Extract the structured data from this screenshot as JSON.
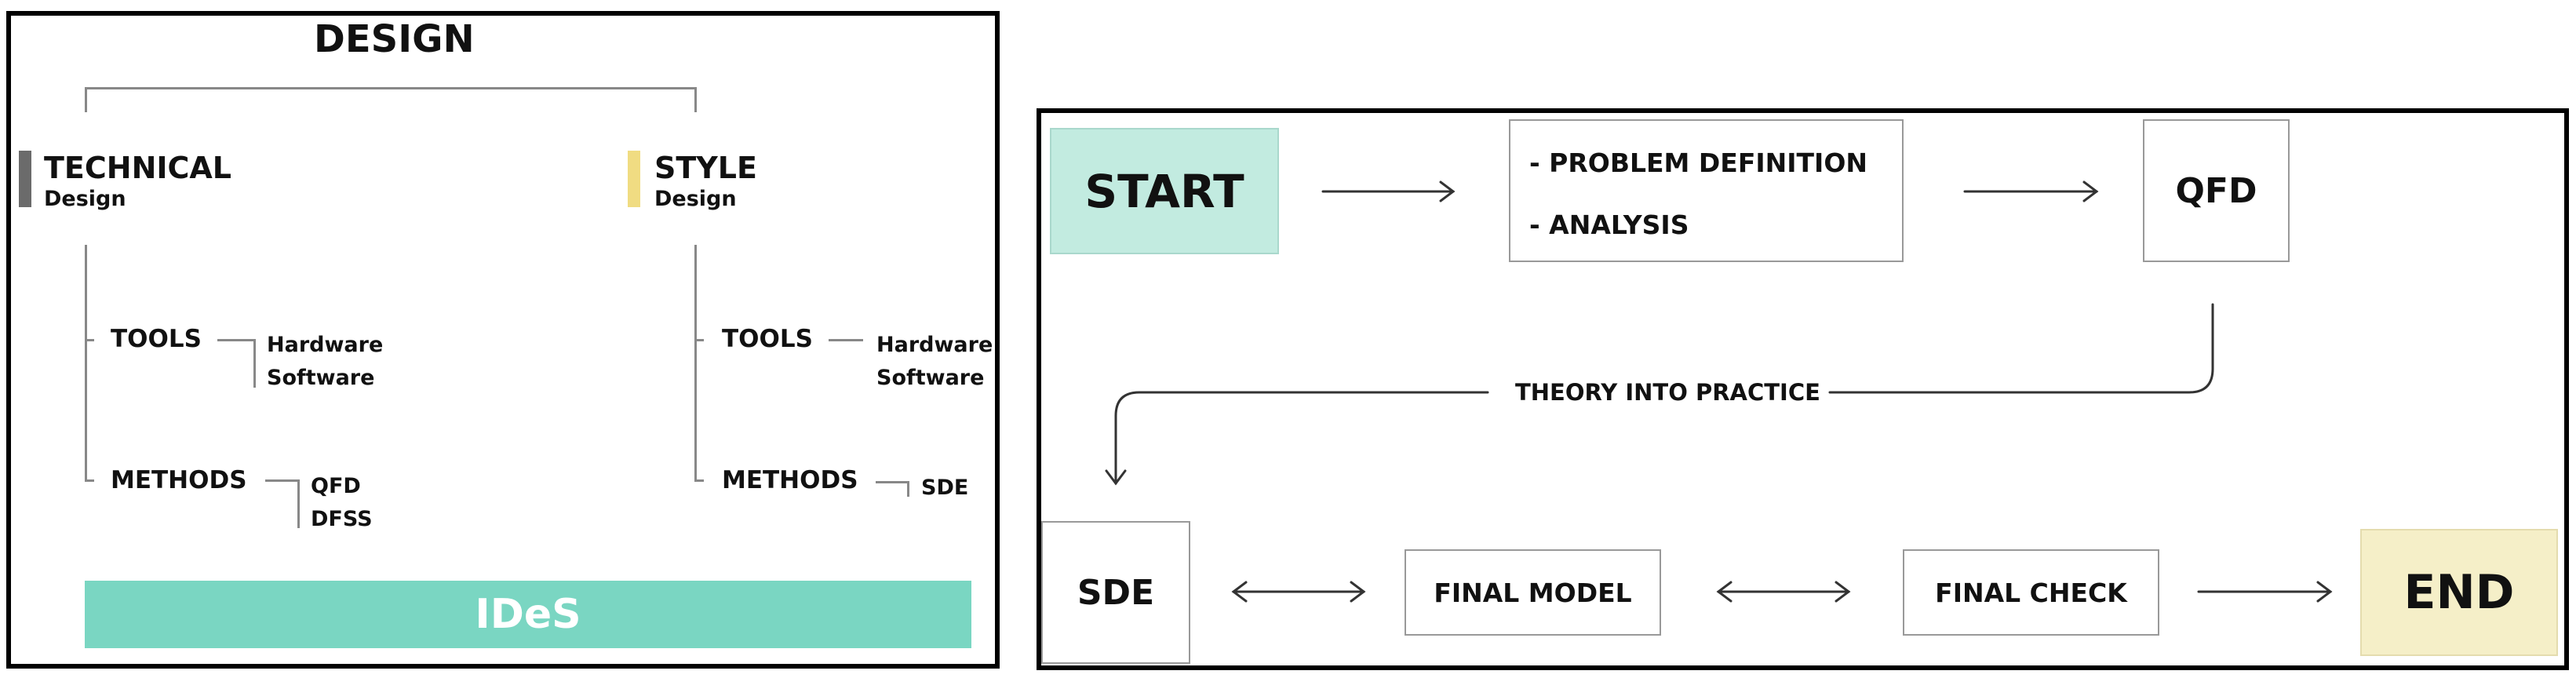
{
  "left": {
    "title": "DESIGN",
    "technical": {
      "title": "TECHNICAL",
      "subtitle": "Design",
      "bar_color": "#6b6b6b"
    },
    "style": {
      "title": "STYLE",
      "subtitle": "Design",
      "bar_color": "#f0dc82"
    },
    "technical_branches": {
      "tools": {
        "label": "TOOLS",
        "items": [
          "Hardware",
          "Software"
        ]
      },
      "methods": {
        "label": "METHODS",
        "items": [
          "QFD",
          "DFSS"
        ]
      }
    },
    "style_branches": {
      "tools": {
        "label": "TOOLS",
        "items": [
          "Hardware",
          "Software"
        ]
      },
      "methods": {
        "label": "METHODS",
        "items": [
          "SDE"
        ]
      }
    },
    "footer": {
      "label": "IDeS",
      "color": "#7ad6c2"
    }
  },
  "right": {
    "start": {
      "label": "START",
      "color": "#c2ebe0"
    },
    "problem": {
      "line1": "- PROBLEM DEFINITION",
      "line2": "- ANALYSIS"
    },
    "qfd": "QFD",
    "connector_label": "THEORY INTO PRACTICE",
    "sde": "SDE",
    "final_model": "FINAL MODEL",
    "final_check": "FINAL CHECK",
    "end": {
      "label": "END",
      "color": "#f5efc8"
    }
  }
}
